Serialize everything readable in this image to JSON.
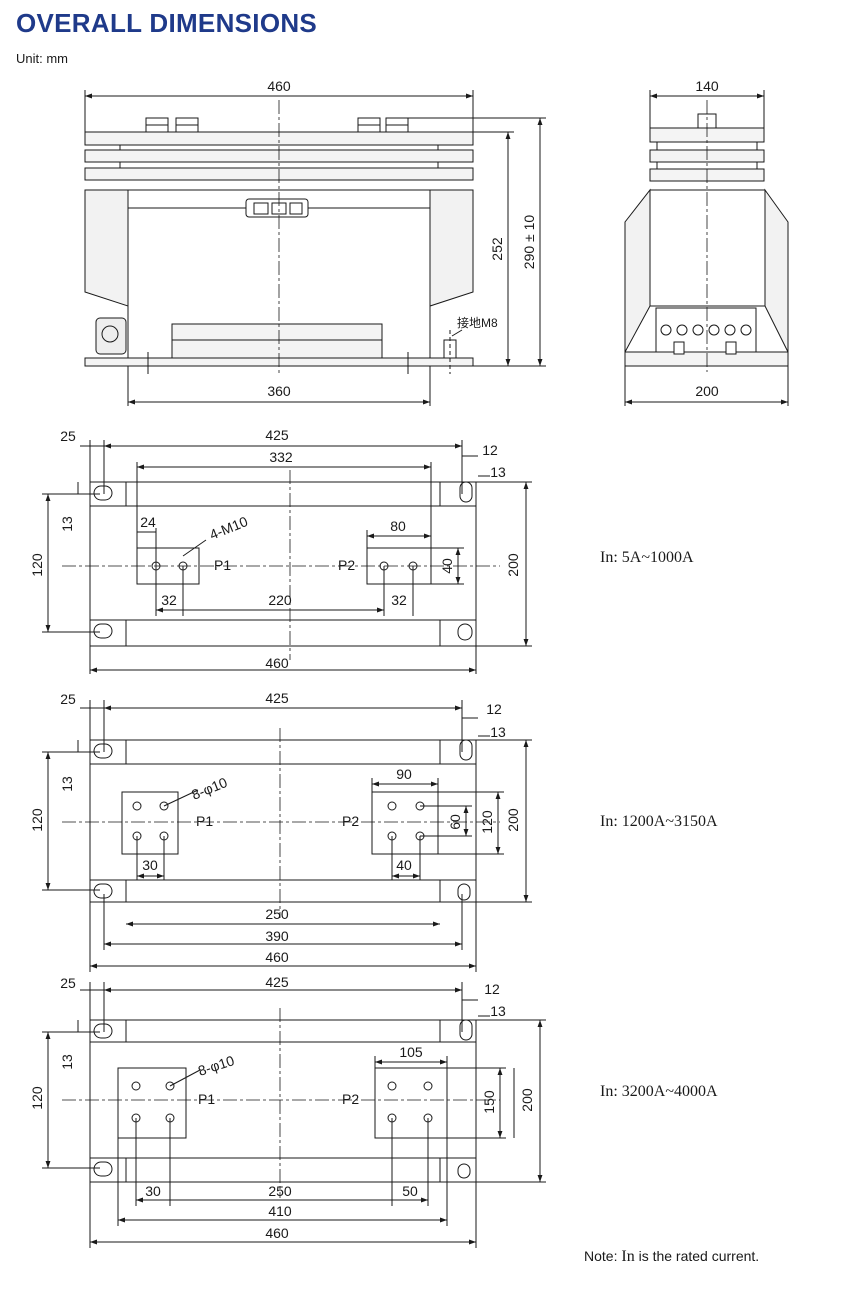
{
  "header": {
    "title": "OVERALL DIMENSIONS",
    "unit": "Unit: mm"
  },
  "front_view": {
    "width": "460",
    "base_width": "360",
    "height": "252",
    "total_height": "290 ± 10",
    "ground_label": "接地M8"
  },
  "side_view": {
    "top_width": "140",
    "base_width": "200"
  },
  "plan_1": {
    "overall_width": "460",
    "hole_span": "425",
    "inner_span": "332",
    "offset_left": "25",
    "offset_12": "12",
    "offset_13_right": "13",
    "offset_13_left": "13",
    "depth": "200",
    "hole_depth": "120",
    "terminal_24": "24",
    "terminal_80": "80",
    "terminal_40": "40",
    "terminal_32_left": "32",
    "terminal_32_right": "32",
    "center_220": "220",
    "holes_label": "4-M10",
    "p1": "P1",
    "p2": "P2",
    "rating": "In: 5A~1000A"
  },
  "plan_2": {
    "overall_width": "460",
    "hole_span": "425",
    "offset_left": "25",
    "offset_12": "12",
    "offset_13_right": "13",
    "offset_13_left": "13",
    "depth": "200",
    "hole_depth": "120",
    "terminal_90": "90",
    "terminal_60": "60",
    "terminal_120": "120",
    "terminal_30": "30",
    "terminal_40": "40",
    "span_250": "250",
    "span_390": "390",
    "holes_label": "8-φ10",
    "p1": "P1",
    "p2": "P2",
    "rating": "In: 1200A~3150A"
  },
  "plan_3": {
    "overall_width": "460",
    "hole_span": "425",
    "offset_left": "25",
    "offset_12": "12",
    "offset_13_right": "13",
    "offset_13_left": "13",
    "depth": "200",
    "hole_depth": "120",
    "terminal_105": "105",
    "terminal_150": "150",
    "terminal_30": "30",
    "terminal_50": "50",
    "span_250": "250",
    "span_410": "410",
    "holes_label": "8-φ10",
    "p1": "P1",
    "p2": "P2",
    "rating": "In: 3200A~4000A"
  },
  "note": {
    "prefix": "Note:",
    "symbol": "In",
    "text": "is the rated current."
  }
}
